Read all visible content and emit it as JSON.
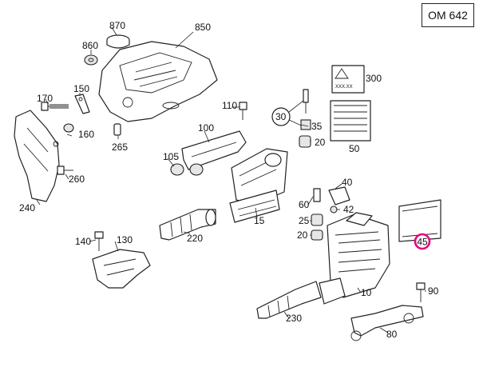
{
  "engine_code": "OM 642",
  "highlight_color": "#e6007e",
  "callouts": {
    "p870": "870",
    "p860": "860",
    "p850": "850",
    "p300": "300",
    "p170": "170",
    "p150": "150",
    "p110": "110",
    "p30": "30",
    "p35": "35",
    "p160": "160",
    "p265": "265",
    "p100": "100",
    "p20a": "20",
    "p50": "50",
    "p105": "105",
    "p260": "260",
    "p40": "40",
    "p60": "60",
    "p42": "42",
    "p240": "240",
    "p15": "15",
    "p25": "25",
    "p220": "220",
    "p20b": "20",
    "p45": "45",
    "p140": "140",
    "p130": "130",
    "p10": "10",
    "p90": "90",
    "p230": "230",
    "p80": "80"
  },
  "label_text": "XXX.XX"
}
